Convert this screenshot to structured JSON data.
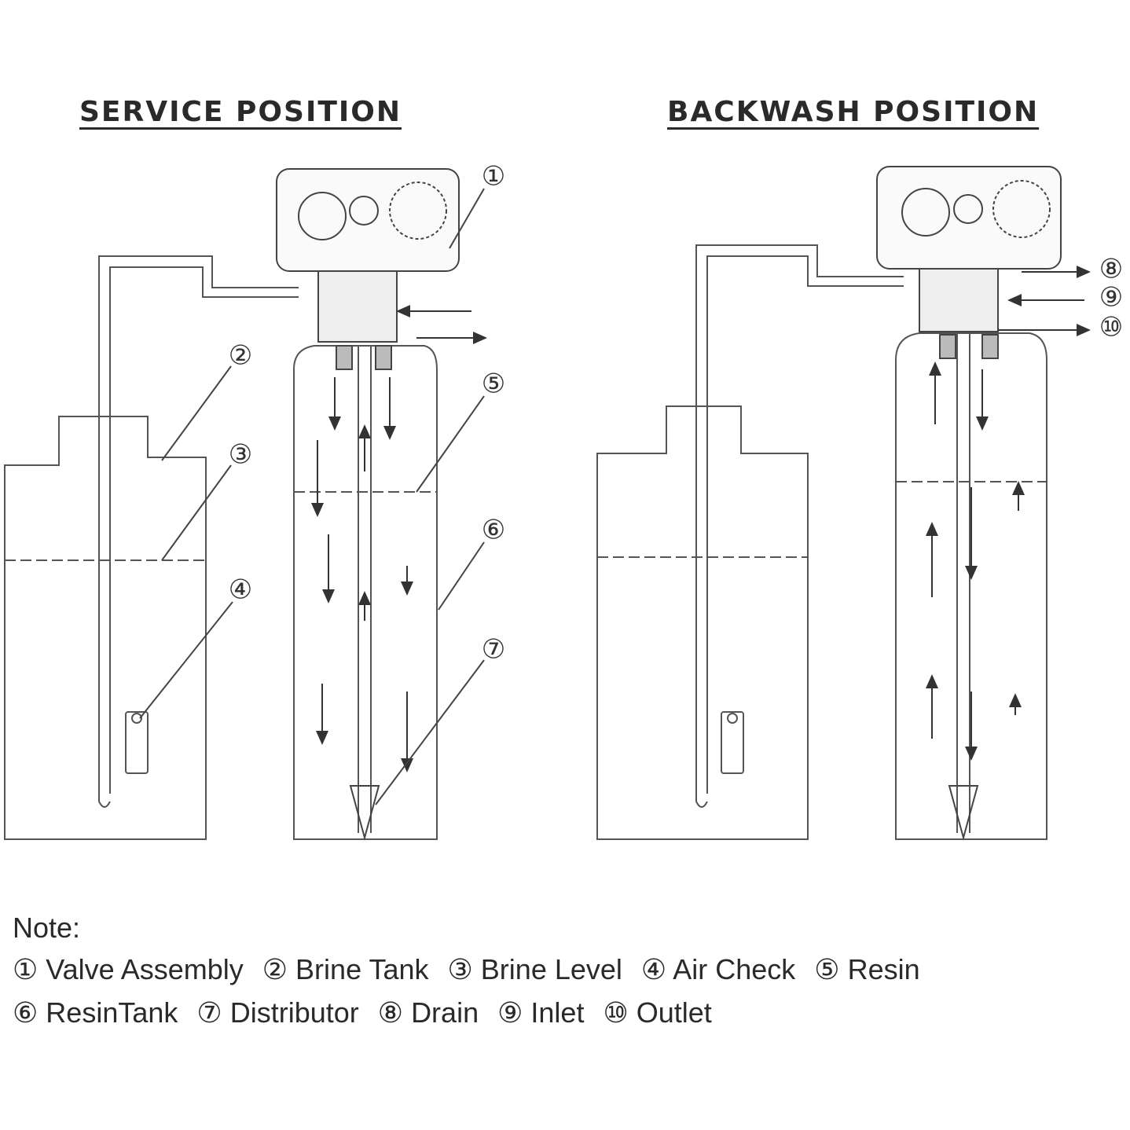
{
  "titles": {
    "service": "SERVICE POSITION",
    "backwash": "BACKWASH POSITION"
  },
  "callouts": [
    "①",
    "②",
    "③",
    "④",
    "⑤",
    "⑥",
    "⑦",
    "⑧",
    "⑨",
    "⑩"
  ],
  "note": {
    "heading": "Note:",
    "line1": [
      {
        "num": "①",
        "label": "Valve Assembly"
      },
      {
        "num": "②",
        "label": "Brine Tank"
      },
      {
        "num": "③",
        "label": "Brine Level"
      },
      {
        "num": "④",
        "label": "Air Check"
      },
      {
        "num": "⑤",
        "label": "Resin"
      }
    ],
    "line2": [
      {
        "num": "⑥",
        "label": "ResinTank"
      },
      {
        "num": "⑦",
        "label": "Distributor"
      },
      {
        "num": "⑧",
        "label": "Drain"
      },
      {
        "num": "⑨",
        "label": "Inlet"
      },
      {
        "num": "⑩",
        "label": "Outlet"
      }
    ]
  },
  "colors": {
    "line": "#555555",
    "dark": "#333333",
    "text": "#2a2a2a"
  }
}
